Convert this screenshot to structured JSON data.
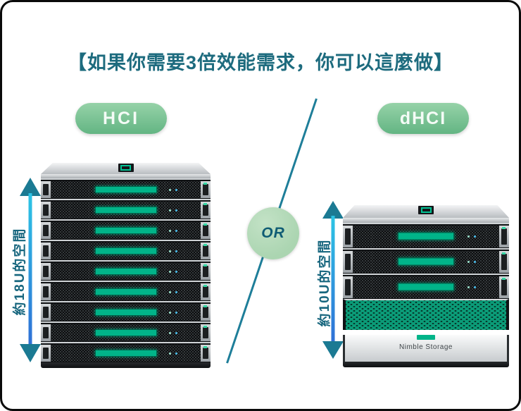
{
  "title": "【如果你需要3倍效能需求，你可以這麼做】",
  "or_label": "OR",
  "options": {
    "hci": {
      "label": "HCI",
      "unit_count": 9,
      "arrow_label": "約18U的空間"
    },
    "dhci": {
      "label": "dHCI",
      "unit_count": 3,
      "storage_label": "Nimble Storage",
      "arrow_label": "約10U的空間"
    }
  },
  "colors": {
    "title-teal": "#1d6b7e",
    "pill-green-top": "#96d2a8",
    "pill-green-bottom": "#63b583",
    "hpe-green": "#01b489",
    "or-bg": "#abd5b1",
    "or-text": "#0f5c74",
    "line-teal": "#1e7e99",
    "arrow-head": "#1b7a93",
    "arrow-cyan": "#2cc5e5",
    "arrow-blue": "#2f6fd6",
    "label-teal": "#17667e"
  }
}
